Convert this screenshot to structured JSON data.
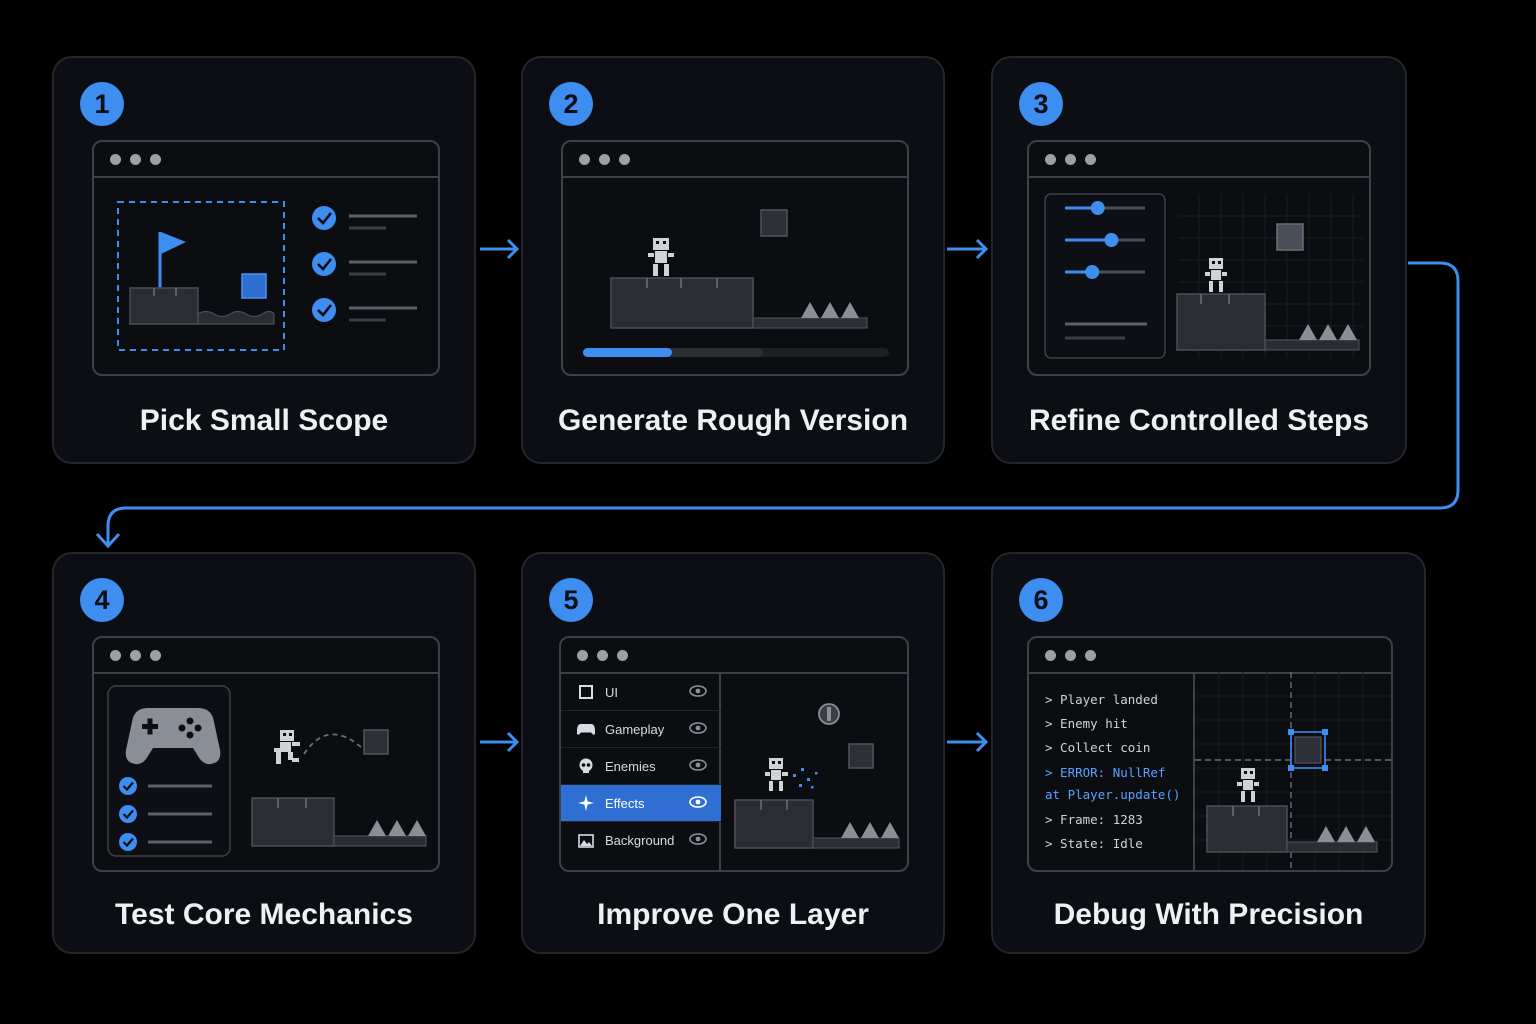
{
  "steps": [
    {
      "number": "1",
      "title": "Pick Small Scope"
    },
    {
      "number": "2",
      "title": "Generate Rough Version"
    },
    {
      "number": "3",
      "title": "Refine Controlled Steps"
    },
    {
      "number": "4",
      "title": "Test Core Mechanics"
    },
    {
      "number": "5",
      "title": "Improve One Layer"
    },
    {
      "number": "6",
      "title": "Debug With Precision"
    }
  ],
  "step2": {
    "progress_fraction": 0.29
  },
  "step3": {
    "slider_levels": [
      0.41,
      0.58,
      0.34
    ]
  },
  "step4": {
    "checklist_count": 3
  },
  "step5": {
    "layers": [
      {
        "label": "UI",
        "icon": "square-icon",
        "active": false
      },
      {
        "label": "Gameplay",
        "icon": "gamepad-icon",
        "active": false
      },
      {
        "label": "Enemies",
        "icon": "skull-icon",
        "active": false
      },
      {
        "label": "Effects",
        "icon": "sparkle-icon",
        "active": true
      },
      {
        "label": "Background",
        "icon": "image-icon",
        "active": false
      }
    ]
  },
  "step6": {
    "console": [
      {
        "text": "> Player landed",
        "error": false
      },
      {
        "text": "> Enemy hit",
        "error": false
      },
      {
        "text": "> Collect coin",
        "error": false
      },
      {
        "text": "> ERROR: NullRef",
        "error": true
      },
      {
        "text": "  at Player.update()",
        "error": true
      },
      {
        "text": "> Frame: 1283",
        "error": false
      },
      {
        "text": "> State: Idle",
        "error": false
      }
    ]
  },
  "colors": {
    "accent": "#3d8ef0",
    "card_bg": "#0c0e13",
    "border": "#3c4048"
  }
}
